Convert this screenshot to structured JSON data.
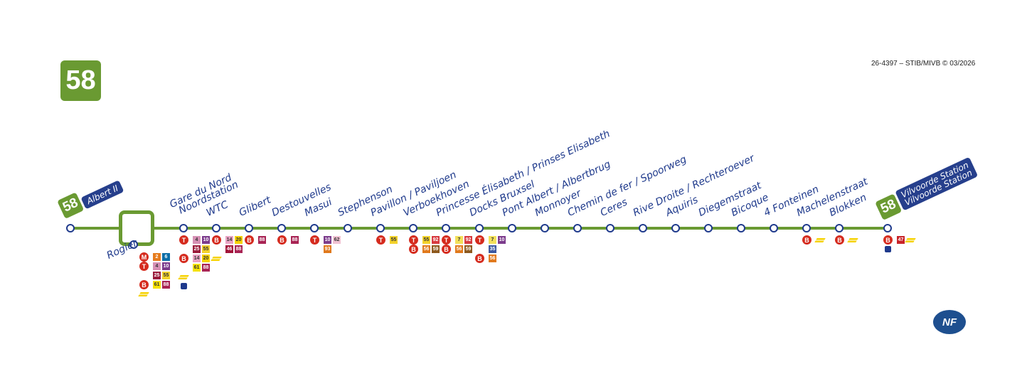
{
  "line_number": "58",
  "copyright": "26-4397 – STIB/MIVB © 03/2026",
  "colors": {
    "line": "#6a9a32",
    "navy": "#1f3a8c",
    "mode": "#d52b1e"
  },
  "line_colors": {
    "2": "#e67c1e",
    "4": "#d690b4",
    "6": "#0f6fa8",
    "7": "#f3e05a",
    "10": "#7c3c8c",
    "14": "#e9a3c3",
    "20": "#f6d200",
    "25": "#9b1c3c",
    "35": "#3b59a2",
    "46": "#a2143a",
    "47": "#c8242a",
    "55": "#f3d22b",
    "56": "#e17a1d",
    "59": "#8e5a1f",
    "61": "#f5e200",
    "62": "#f1c2d2",
    "88": "#a82454",
    "92": "#d73a3f",
    "93": "#e0791d"
  },
  "dark_text_lines": [
    "4",
    "7",
    "14",
    "20",
    "55",
    "61",
    "62"
  ],
  "terminus_start": {
    "number": "58",
    "name": [
      "Albert II"
    ]
  },
  "terminus_end": {
    "number": "58",
    "name": [
      "Vilvoorde Station",
      "Vilvoorde Station"
    ]
  },
  "nf_logo": "NF",
  "stations": [
    {
      "name": [
        "Rogier"
      ],
      "conn": [
        {
          "mode": "M",
          "lines": [
            "2",
            "6"
          ]
        },
        {
          "mode": "T",
          "lines": [
            "4",
            "10"
          ]
        },
        {
          "lines": [
            "25",
            "55"
          ]
        },
        {
          "mode": "B",
          "lines": [
            "61",
            "88"
          ]
        },
        {
          "train": true
        }
      ]
    },
    {
      "name": [
        "Gare du Nord",
        "Noordstation"
      ],
      "conn": [
        {
          "mode": "T",
          "lines": [
            "4",
            "10"
          ]
        },
        {
          "lines": [
            "25",
            "55"
          ]
        },
        {
          "mode": "B",
          "lines": [
            "14",
            "20"
          ]
        },
        {
          "lines": [
            "61",
            "88"
          ]
        },
        {
          "train": true
        },
        {
          "park": true
        }
      ]
    },
    {
      "name": [
        "WTC"
      ],
      "conn": [
        {
          "mode": "B",
          "lines": [
            "14",
            "20"
          ]
        },
        {
          "lines": [
            "46",
            "88"
          ]
        },
        {
          "train": true
        }
      ]
    },
    {
      "name": [
        "Glibert"
      ],
      "conn": [
        {
          "mode": "B",
          "lines": [
            "88"
          ]
        }
      ]
    },
    {
      "name": [
        "Destouvelles"
      ],
      "conn": [
        {
          "mode": "B",
          "lines": [
            "88"
          ]
        }
      ]
    },
    {
      "name": [
        "Masui"
      ],
      "conn": [
        {
          "mode": "T",
          "lines": [
            "10",
            "62"
          ]
        },
        {
          "lines": [
            "93"
          ]
        }
      ]
    },
    {
      "name": [
        "Stephenson"
      ],
      "conn": []
    },
    {
      "name": [
        "Pavillon / Paviljoen"
      ],
      "conn": [
        {
          "mode": "T",
          "lines": [
            "55"
          ]
        }
      ]
    },
    {
      "name": [
        "Verboekhoven"
      ],
      "conn": [
        {
          "mode": "T",
          "lines": [
            "55",
            "92"
          ]
        },
        {
          "mode": "B",
          "lines": [
            "56",
            "59"
          ]
        }
      ]
    },
    {
      "name": [
        "Princesse Élisabeth / Prinses Elisabeth"
      ],
      "conn": [
        {
          "mode": "T",
          "lines": [
            "7",
            "92"
          ]
        },
        {
          "mode": "B",
          "lines": [
            "56",
            "59"
          ]
        }
      ]
    },
    {
      "name": [
        "Docks Bruxsel"
      ],
      "conn": [
        {
          "mode": "T",
          "lines": [
            "7",
            "10"
          ]
        },
        {
          "lines": [
            "35"
          ]
        },
        {
          "mode": "B",
          "lines": [
            "56"
          ]
        }
      ]
    },
    {
      "name": [
        "Pont Albert / Albertbrug"
      ],
      "conn": []
    },
    {
      "name": [
        "Monnoyer"
      ],
      "conn": []
    },
    {
      "name": [
        "Chemin de fer / Spoorweg"
      ],
      "conn": []
    },
    {
      "name": [
        "Ceres"
      ],
      "conn": []
    },
    {
      "name": [
        "Rive Droite / Rechteroever"
      ],
      "conn": []
    },
    {
      "name": [
        "Aquiris"
      ],
      "conn": []
    },
    {
      "name": [
        "Diegemstraat"
      ],
      "conn": []
    },
    {
      "name": [
        "Bicoque"
      ],
      "conn": []
    },
    {
      "name": [
        "4 Fonteinen"
      ],
      "conn": []
    },
    {
      "name": [
        "Machelenstraat"
      ],
      "conn": [
        {
          "mode": "B",
          "lines": [],
          "train": true
        }
      ]
    },
    {
      "name": [
        "Blokken"
      ],
      "conn": [
        {
          "mode": "B",
          "lines": [],
          "train": true
        }
      ]
    },
    {
      "name": [],
      "conn": [
        {
          "mode": "B",
          "lines": [
            "47"
          ],
          "train": true
        },
        {
          "park": true
        }
      ]
    }
  ]
}
